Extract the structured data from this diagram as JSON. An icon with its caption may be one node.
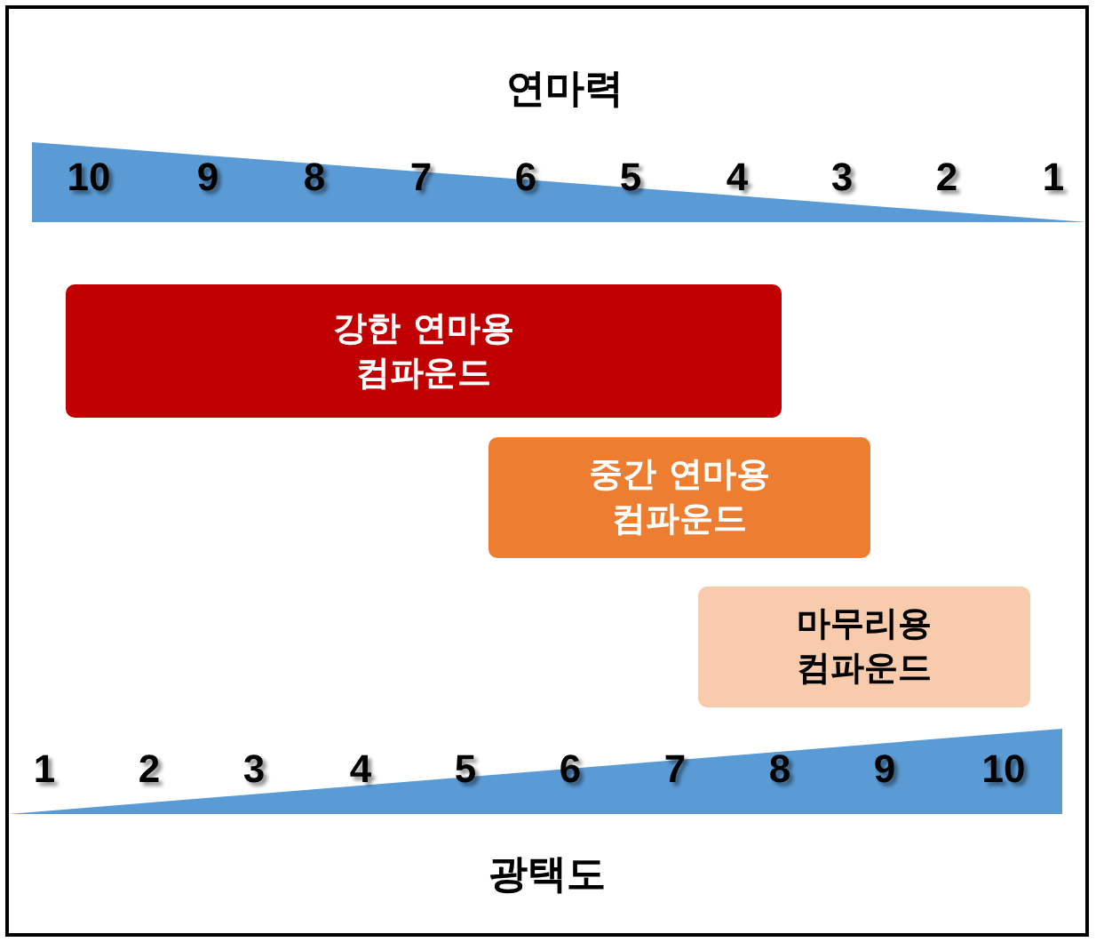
{
  "diagram": {
    "nodes": [
      {
        "text": [
          "강한 연마용 컴파운드"
        ]
      },
      {
        "text": [
          "중간 연마용 컴파운드"
        ]
      },
      {
        "text": [
          "마무리용 컴파운드"
        ]
      }
    ],
    "labels": [
      "연마력",
      "10",
      "9",
      "8",
      "7",
      "6",
      "5",
      "4",
      "3",
      "2",
      "1",
      "1",
      "2",
      "3",
      "4",
      "5",
      "6",
      "7",
      "8",
      "9",
      "10",
      "광택도"
    ]
  }
}
